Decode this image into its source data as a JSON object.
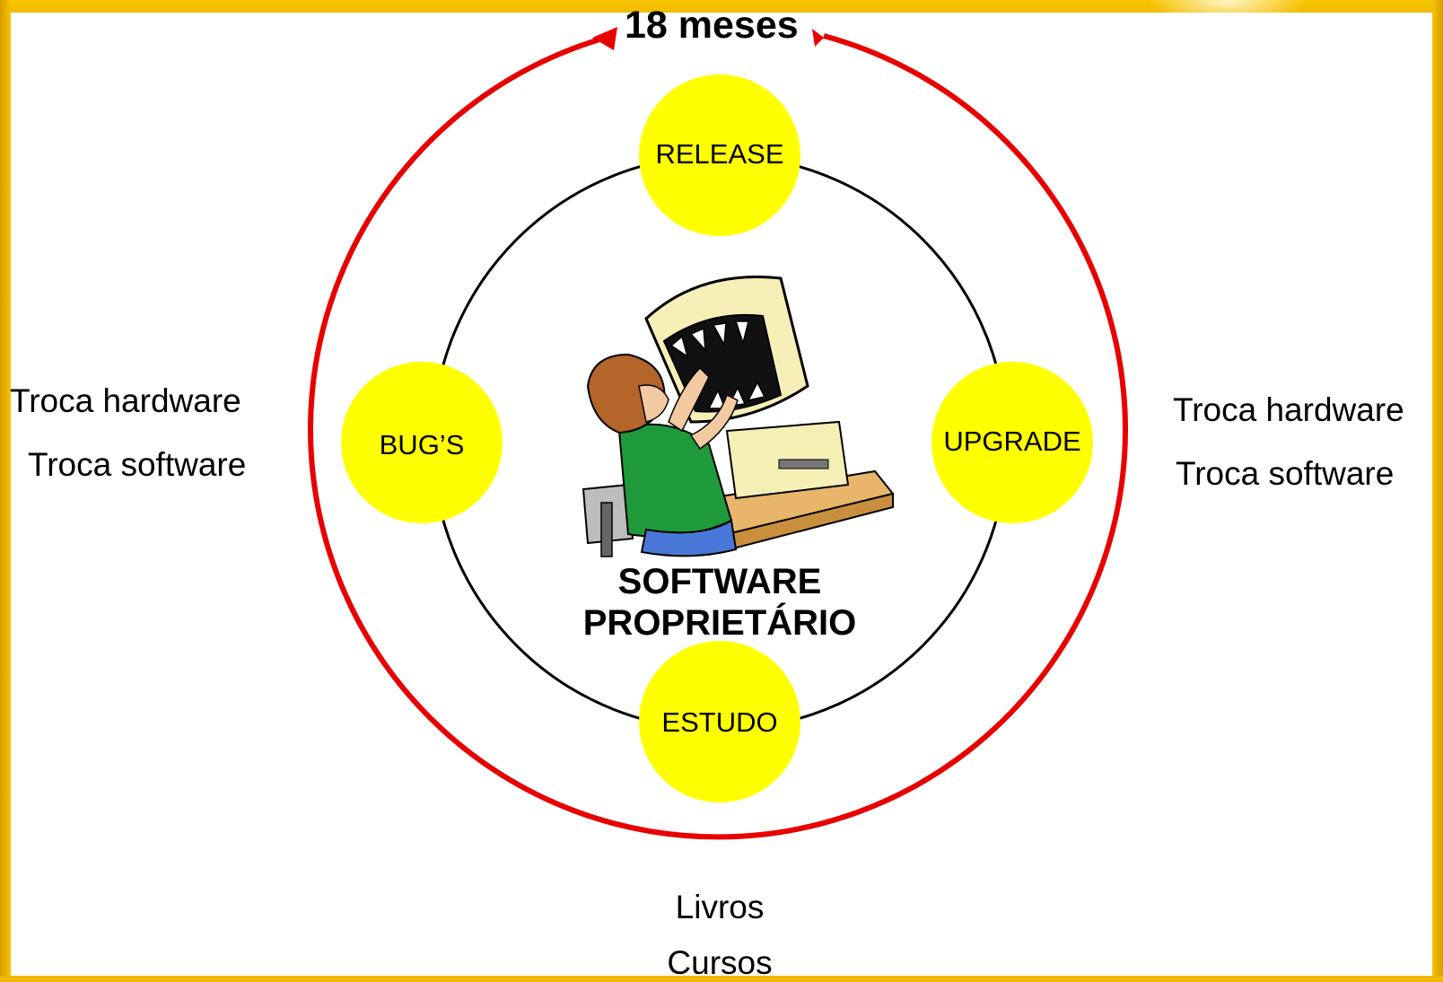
{
  "cycle": {
    "duration_label": "18 meses",
    "nodes": {
      "top": "RELEASE",
      "left": "BUG’S",
      "right": "UPGRADE",
      "bottom": "ESTUDO"
    },
    "center_title_line1": "SOFTWARE",
    "center_title_line2": "PROPRIETÁRIO"
  },
  "left_notes": [
    "Troca hardware",
    "Troca software"
  ],
  "right_notes": [
    "Troca hardware",
    "Troca software"
  ],
  "bottom_notes": [
    "Livros",
    "Cursos"
  ],
  "colors": {
    "outer_ring": "#e80000",
    "inner_ring": "#000000",
    "node_fill": "#ffff00",
    "frame": "#f2b800"
  },
  "icons": {
    "center_illustration": "person-attacked-by-computer-icon"
  }
}
